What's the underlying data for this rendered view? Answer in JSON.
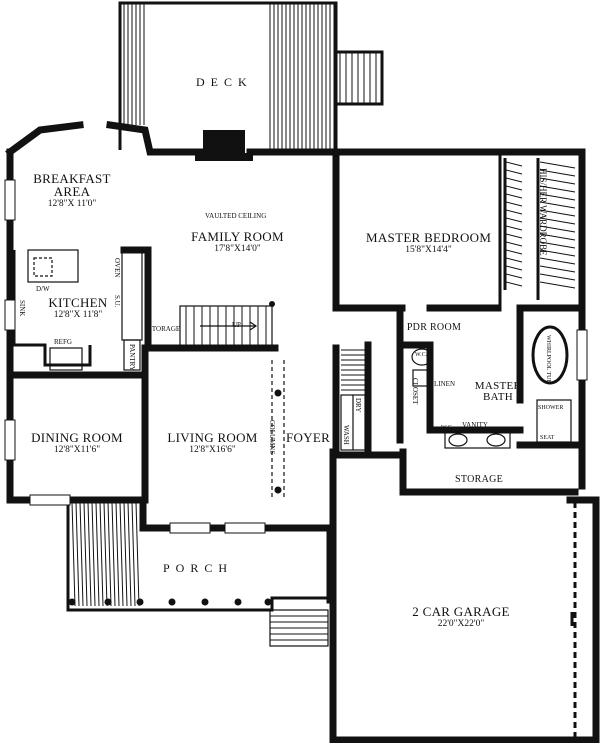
{
  "rooms": {
    "deck": {
      "name": "DECK"
    },
    "breakfast": {
      "name1": "BREAKFAST",
      "name2": "AREA",
      "dims": "12'8\"X 11'0\""
    },
    "family": {
      "note": "VAULTED CEILING",
      "name": "FAMILY ROOM",
      "dims": "17'8\"X14'0\""
    },
    "master_bedroom": {
      "name": "MASTER BEDROOM",
      "dims": "15'8\"X14'4\""
    },
    "kitchen": {
      "name": "KITCHEN",
      "dims": "12'8\"X 11'8\""
    },
    "dining": {
      "name": "DINING ROOM",
      "dims": "12'8\"X11'6\""
    },
    "living": {
      "name": "LIVING ROOM",
      "dims": "12'8\"X16'6\""
    },
    "foyer": {
      "name": "FOYER"
    },
    "pdr": {
      "name": "PDR ROOM"
    },
    "master_bath": {
      "name1": "MASTER",
      "name2": "BATH"
    },
    "storage_right": {
      "name": "STORAGE"
    },
    "porch": {
      "name": "PORCH"
    },
    "garage": {
      "name": "2 CAR GARAGE",
      "dims": "22'0\"X22'0\""
    }
  },
  "fixtures": {
    "wardrobe": "HIS/HER WARDROBE",
    "whirlpool": "WHIRLPOOL TUB",
    "shower": "SHOWER",
    "seat": "SEAT",
    "vanity": "VANITY",
    "closet": "CLOSET",
    "linen": "LINEN",
    "wc1": "W.C.",
    "wc2": "W.C.",
    "storage_stair": "STORAGE",
    "up": "UP",
    "columns": "COLUMNS",
    "pantry": "PANTRY",
    "refg": "REFG",
    "dw": "D/W",
    "oven": "OVEN",
    "sink": "SINK",
    "su": "S.U.",
    "wash": "WASH",
    "dry": "DRY"
  }
}
